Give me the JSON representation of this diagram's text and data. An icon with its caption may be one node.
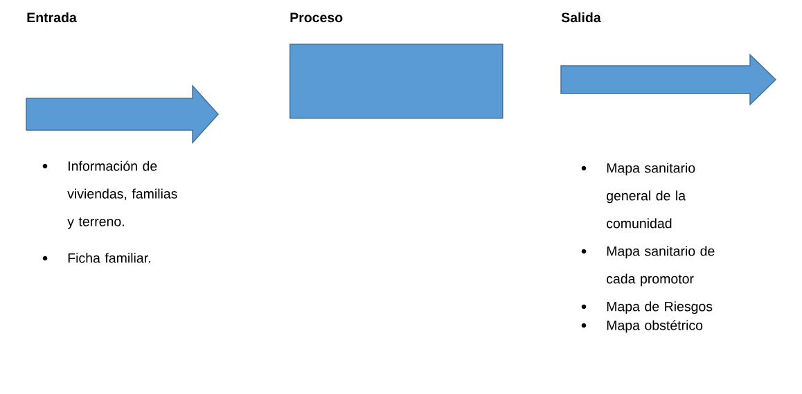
{
  "diagram": {
    "nodes": [
      {
        "text": [],
        "shape": "arrow"
      },
      {
        "text": [],
        "shape": "box"
      },
      {
        "text": [],
        "shape": "arrow"
      }
    ],
    "labels": [
      "Entrada",
      "Proceso",
      "Salida",
      "Información de viviendas, familias y terreno.",
      "Ficha familiar.",
      "Mapa sanitario general de la comunidad",
      "Mapa sanitario de cada promotor",
      "Mapa de Riesgos",
      "Mapa obstétrico"
    ]
  }
}
